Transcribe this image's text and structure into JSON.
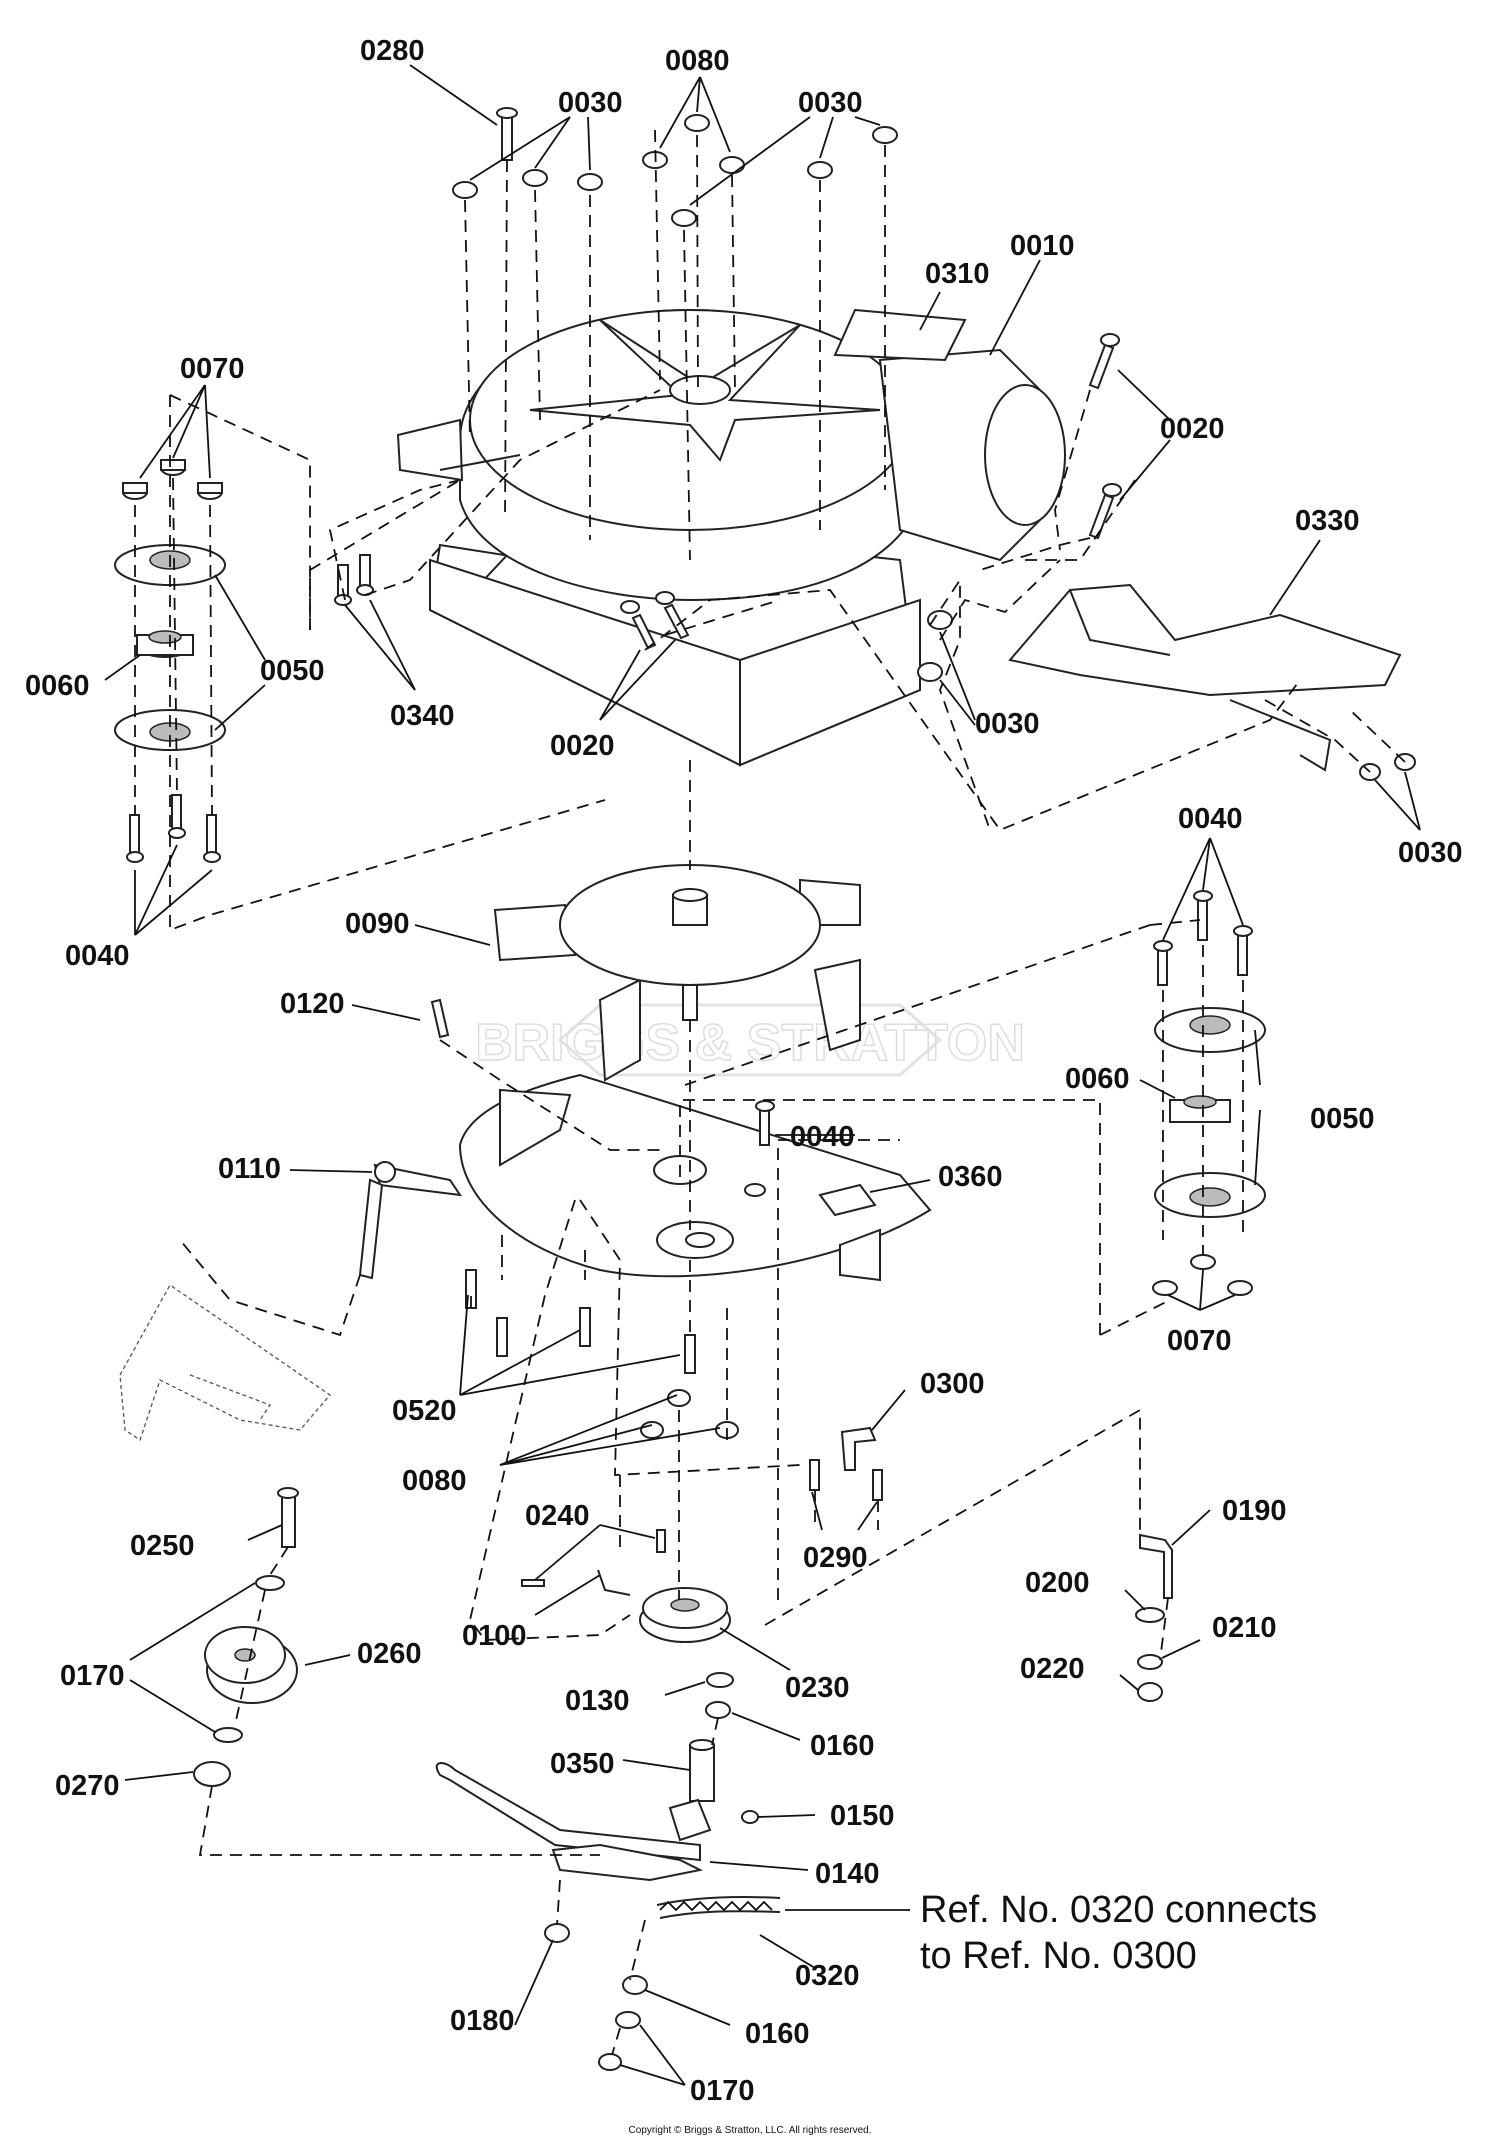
{
  "labels": {
    "l0280": "0280",
    "l0030a": "0030",
    "l0080a": "0080",
    "l0030b": "0030",
    "l0310": "0310",
    "l0010": "0010",
    "l0020a": "0020",
    "l0330": "0330",
    "l0070a": "0070",
    "l0060a": "0060",
    "l0050a": "0050",
    "l0340": "0340",
    "l0020b": "0020",
    "l0030c": "0030",
    "l0030d": "0030",
    "l0040a": "0040",
    "l0040b": "0040",
    "l0090": "0090",
    "l0120": "0120",
    "l0060b": "0060",
    "l0050b": "0050",
    "l0040c": "0040",
    "l0360": "0360",
    "l0110": "0110",
    "l0070b": "0070",
    "l0520": "0520",
    "l0300": "0300",
    "l0080b": "0080",
    "l0250": "0250",
    "l0240": "0240",
    "l0290": "0290",
    "l0190": "0190",
    "l0200": "0200",
    "l0210": "0210",
    "l0100": "0100",
    "l0170a": "0170",
    "l0260": "0260",
    "l0220": "0220",
    "l0230": "0230",
    "l0130": "0130",
    "l0160a": "0160",
    "l0350": "0350",
    "l0270": "0270",
    "l0150": "0150",
    "l0140": "0140",
    "l0320": "0320",
    "l0180": "0180",
    "l0160b": "0160",
    "l0170b": "0170"
  },
  "note": {
    "line1": "Ref. No. 0320 connects",
    "line2": "to Ref. No. 0300"
  },
  "watermark": "BRIGGS & STRATTON",
  "copyright": "Copyright © Briggs & Stratton, LLC. All rights reserved."
}
